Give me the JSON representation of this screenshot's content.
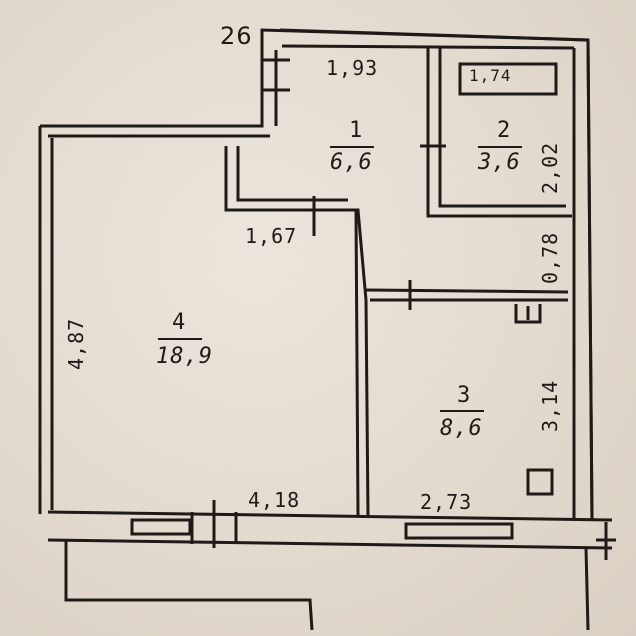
{
  "plan": {
    "apartment_number": "26",
    "rooms": [
      {
        "id": "room-1",
        "number": "1",
        "area": "6,6"
      },
      {
        "id": "room-2",
        "number": "2",
        "area": "3,6"
      },
      {
        "id": "room-3",
        "number": "3",
        "area": "8,6"
      },
      {
        "id": "room-4",
        "number": "4",
        "area": "18,9"
      }
    ],
    "dimensions": {
      "corridor_width": "1,93",
      "bath_width": "1,74",
      "bath_depth": "2,02",
      "passage_width": "1,67",
      "wall_gap": "0,78",
      "room3_depth": "3,14",
      "room4_depth": "4,87",
      "room4_width": "4,18",
      "room3_width": "2,73"
    },
    "symbols": {
      "stove": "square-symbol",
      "radiator": "radiator-symbol",
      "sink": "sink-symbol"
    }
  }
}
